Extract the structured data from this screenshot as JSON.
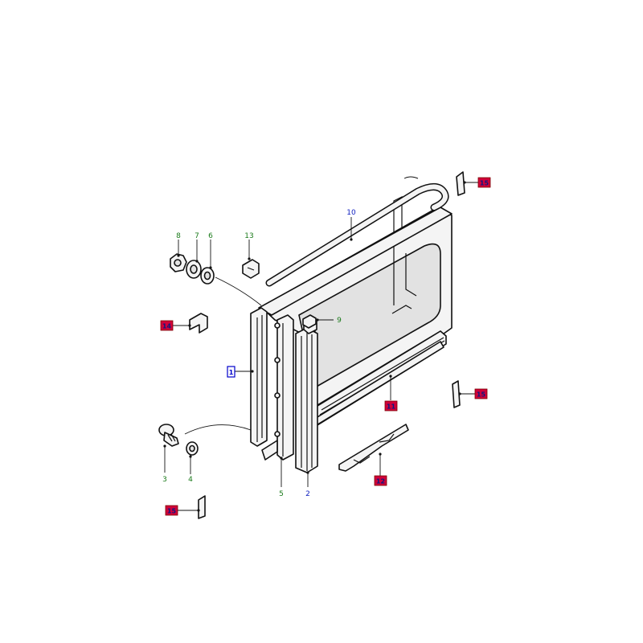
{
  "colors": {
    "label_green": "#1a7a1a",
    "label_blue": "#1020c0",
    "callout_fill": "#d0003a",
    "callout_text": "#0a1a80",
    "selected_text": "#0000cc"
  },
  "labels": {
    "p1": "1",
    "p2": "2",
    "p3": "3",
    "p4": "4",
    "p5": "5",
    "p6": "6",
    "p7": "7",
    "p8": "8",
    "p9": "9",
    "p10": "10",
    "p11": "11",
    "p12": "12",
    "p13": "13",
    "p14": "14",
    "p15a": "15",
    "p15b": "15",
    "p15c": "15"
  }
}
